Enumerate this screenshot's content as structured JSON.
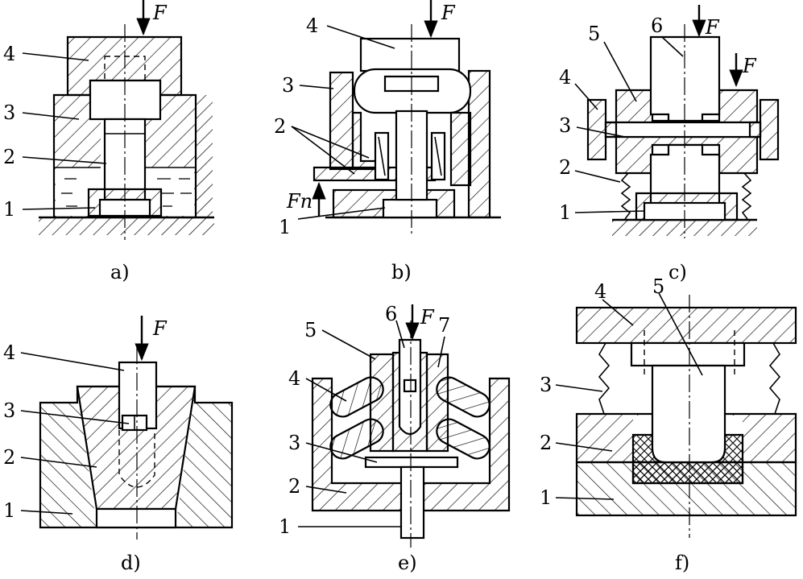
{
  "force_symbol": "F",
  "reaction_symbol": "Fn",
  "panels": [
    {
      "id": "a",
      "caption": "a)",
      "labels": [
        "1",
        "2",
        "3",
        "4"
      ]
    },
    {
      "id": "b",
      "caption": "b)",
      "labels": [
        "1",
        "2",
        "3",
        "4"
      ]
    },
    {
      "id": "c",
      "caption": "c)",
      "labels": [
        "1",
        "2",
        "3",
        "4",
        "5",
        "6"
      ]
    },
    {
      "id": "d",
      "caption": "d)",
      "labels": [
        "1",
        "2",
        "3",
        "4"
      ]
    },
    {
      "id": "e",
      "caption": "e)",
      "labels": [
        "1",
        "2",
        "3",
        "4",
        "5",
        "6",
        "7"
      ]
    },
    {
      "id": "f",
      "caption": "f)",
      "labels": [
        "1",
        "2",
        "3",
        "4",
        "5"
      ]
    }
  ]
}
